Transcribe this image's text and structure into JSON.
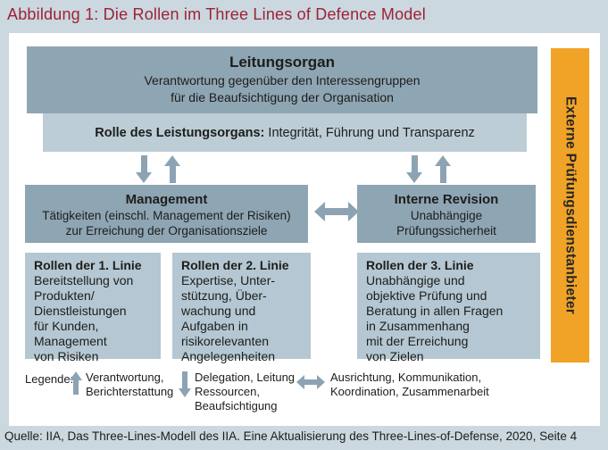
{
  "title": "Abbildung 1: Die Rollen im Three Lines of Defence Model",
  "diagram": {
    "leitungsorgan": {
      "title": "Leitungsorgan",
      "subtitle": "Verantwortung gegenüber den Interessengruppen\nfür die Beaufsichtigung der Organisation"
    },
    "rolle_leistungsorgan": {
      "label_bold": "Rolle des Leistungsorgans:",
      "label_rest": " Integrität, Führung und Transparenz"
    },
    "management": {
      "title": "Management",
      "subtitle": "Tätigkeiten (einschl. Management der Risiken)\nzur Erreichung der Organisationsziele"
    },
    "interne_revision": {
      "title": "Interne Revision",
      "subtitle": "Unabhängige\nPrüfungssicherheit"
    },
    "linie1": {
      "title": "Rollen der 1. Linie",
      "body": "Bereitstellung von\nProdukten/\nDienstleistungen\nfür Kunden,\nManagement\nvon Risiken"
    },
    "linie2": {
      "title": "Rollen der 2. Linie",
      "body": "Expertise, Unter-\nstützung, Über-\nwachung und\nAufgaben in\nrisikorelevanten\nAngelegenheiten"
    },
    "linie3": {
      "title": "Rollen der 3. Linie",
      "body": "Unabhängige und\nobjektive Prüfung und\nBeratung in allen Fragen\nin Zusammenhang\nmit der Erreichung\nvon Zielen"
    },
    "externe_bar": "Externe Prüfungsdienstanbieter",
    "icons": [
      "down-arrow",
      "up-arrow",
      "double-arrow"
    ]
  },
  "legend": {
    "label": "Legende:",
    "items": [
      {
        "icon": "up-arrow",
        "text": "Verantwortung,\nBerichterstattung"
      },
      {
        "icon": "down-arrow",
        "text": "Delegation, Leitung\nRessourcen,\nBeaufsichtigung"
      },
      {
        "icon": "double-arrow",
        "text": "Ausrichtung, Kommunikation,\nKoordination, Zusammenarbeit"
      }
    ]
  },
  "source": "Quelle: IIA, Das Three-Lines-Modell des IIA. Eine Aktualisierung des Three-Lines-of-Defense, 2020, Seite 4",
  "colors": {
    "background": "#cbd8df",
    "box_dark": "#8ea5b3",
    "box_light": "#bccdd6",
    "box_light2": "#b4c7d2",
    "arrow": "#8ca3b4",
    "orange": "#f0a326",
    "title_red": "#9d2235",
    "ink": "#1d1d1b"
  }
}
